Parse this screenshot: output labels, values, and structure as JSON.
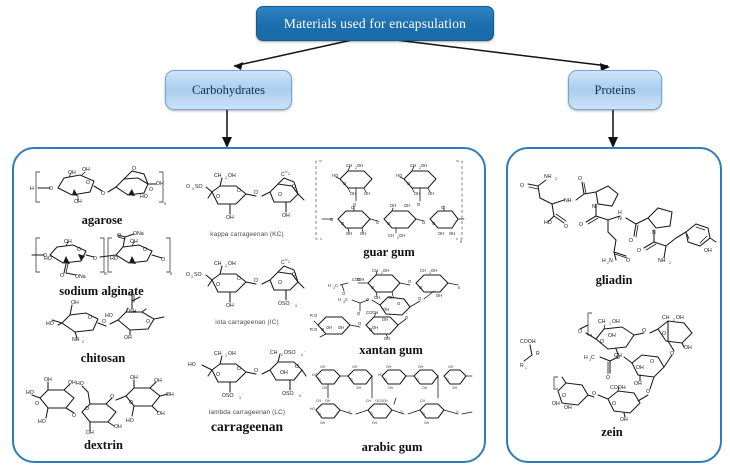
{
  "diagram": {
    "title": "Materials used for encapsulation",
    "categories": [
      {
        "id": "carbohydrates",
        "label": "Carbohydrates"
      },
      {
        "id": "proteins",
        "label": "Proteins"
      }
    ],
    "accent_color": "#2e7cb8",
    "title_box_color": "#1c6eae",
    "category_box_color": "#aacdee"
  },
  "carbohydrates": {
    "column_left": [
      {
        "name": "agarose",
        "label": "agarose"
      },
      {
        "name": "sodium-alginate",
        "label": "sodium alginate"
      },
      {
        "name": "chitosan",
        "label": "chitosan"
      },
      {
        "name": "dextrin",
        "label": "dextrin"
      }
    ],
    "column_middle": {
      "group_label": "carrageenan",
      "items": [
        {
          "name": "kappa-carrageenan",
          "label": "kappa carrageenan (KC)"
        },
        {
          "name": "iota-carrageenan",
          "label": "iota carrageenan (IC)"
        },
        {
          "name": "lambda-carrageenan",
          "label": "lambda carrageenan (LC)"
        }
      ]
    },
    "column_right": [
      {
        "name": "guar-gum",
        "label": "guar gum"
      },
      {
        "name": "xantan-gum",
        "label": "xantan gum"
      },
      {
        "name": "arabic-gum",
        "label": "arabic gum"
      }
    ]
  },
  "proteins": {
    "items": [
      {
        "name": "gliadin",
        "label": "gliadin"
      },
      {
        "name": "zein",
        "label": "zein"
      }
    ]
  }
}
